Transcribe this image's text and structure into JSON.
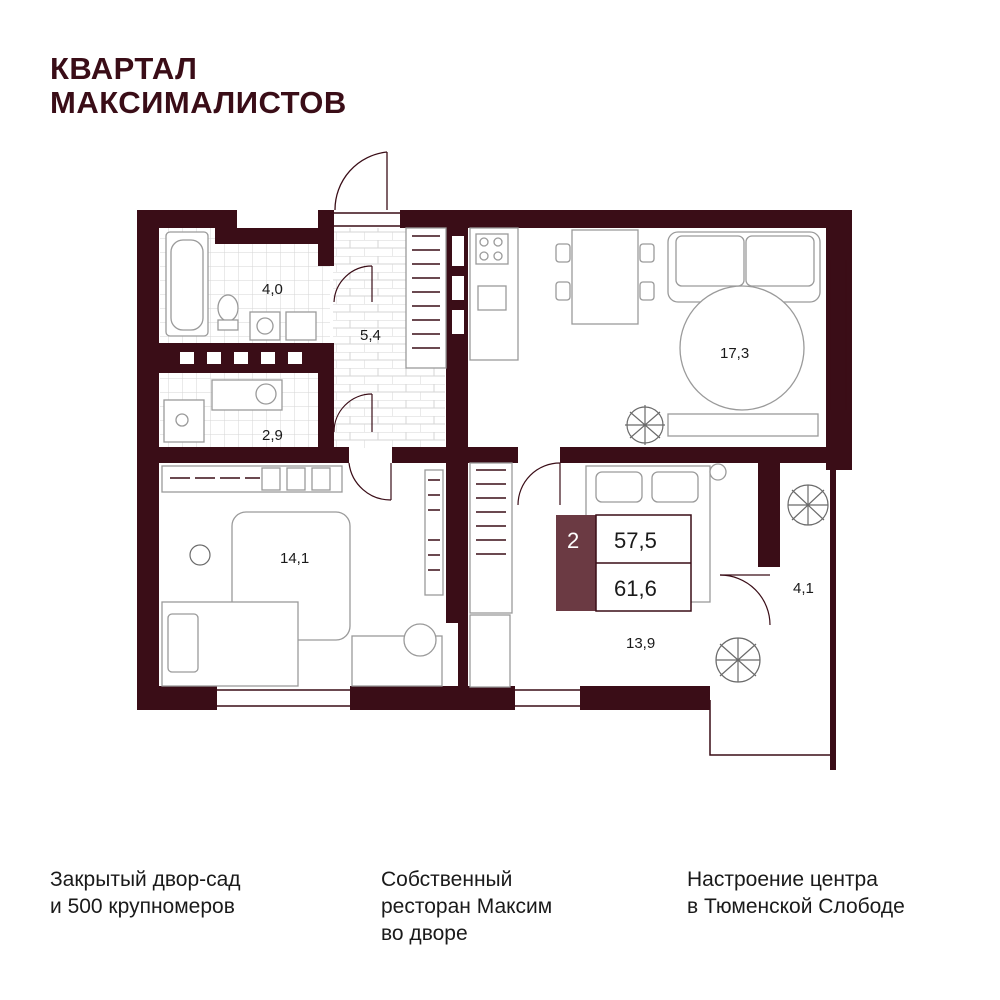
{
  "header": {
    "title_line1": "КВАРТАЛ",
    "title_line2": "МАКСИМАЛИСТОВ"
  },
  "colors": {
    "wall": "#3a0d17",
    "accent_box": "#6b3a43",
    "furniture": "#9a9a9a",
    "tile": "#d6d6d6"
  },
  "plan": {
    "rooms": [
      {
        "id": "bathroom",
        "area": "4,0"
      },
      {
        "id": "hallway",
        "area": "5,4"
      },
      {
        "id": "kitchen-living",
        "area": "17,3"
      },
      {
        "id": "toilet",
        "area": "2,9"
      },
      {
        "id": "bedroom-left",
        "area": "14,1"
      },
      {
        "id": "bedroom-right",
        "area": "13,9"
      },
      {
        "id": "balcony",
        "area": "4,1"
      }
    ],
    "summary": {
      "rooms": "2",
      "living_area": "57,5",
      "total_area": "61,6"
    }
  },
  "features": [
    {
      "line1": "Закрытый двор-сад",
      "line2": "и 500 крупномеров",
      "line3": ""
    },
    {
      "line1": "Собственный",
      "line2": "ресторан Максим",
      "line3": "во дворе"
    },
    {
      "line1": "Настроение центра",
      "line2": "в Тюменской Слободе",
      "line3": ""
    }
  ]
}
